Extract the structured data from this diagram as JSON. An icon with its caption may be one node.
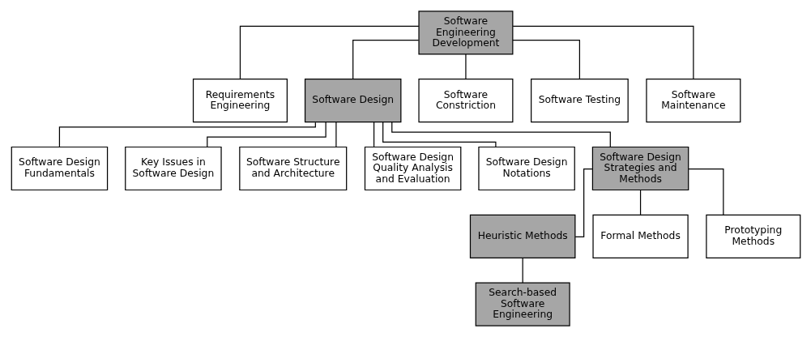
{
  "diagram": {
    "nodes": [
      {
        "text": [
          "Software Engineering Development"
        ]
      },
      {
        "text": [
          "Requirements Engineering"
        ]
      },
      {
        "text": [
          "Software Design"
        ]
      },
      {
        "text": [
          "Software Constriction"
        ]
      },
      {
        "text": [
          "Software Testing"
        ]
      },
      {
        "text": [
          "Software Maintenance"
        ]
      },
      {
        "text": [
          "Software Design Fundamentals"
        ]
      },
      {
        "text": [
          "Key Issues in Software Design"
        ]
      },
      {
        "text": [
          "Software Structure and Architecture"
        ]
      },
      {
        "text": [
          "Software Design Quality Analysis and Evaluation"
        ]
      },
      {
        "text": [
          "Software Design Notations"
        ]
      },
      {
        "text": [
          "Software Design Strategies and Methods"
        ]
      },
      {
        "text": [
          "Heuristic Methods"
        ]
      },
      {
        "text": [
          "Formal Methods"
        ]
      },
      {
        "text": [
          "Prototyping Methods"
        ]
      },
      {
        "text": [
          "Search-based Software Engineering"
        ]
      }
    ],
    "edges": [
      {
        "from": 0,
        "to": 1,
        "arrow": "none"
      },
      {
        "from": 0,
        "to": 2,
        "arrow": "none"
      },
      {
        "from": 0,
        "to": 3,
        "arrow": "none"
      },
      {
        "from": 0,
        "to": 4,
        "arrow": "none"
      },
      {
        "from": 0,
        "to": 5,
        "arrow": "none"
      },
      {
        "from": 2,
        "to": 6,
        "arrow": "none"
      },
      {
        "from": 2,
        "to": 7,
        "arrow": "none"
      },
      {
        "from": 2,
        "to": 8,
        "arrow": "none"
      },
      {
        "from": 2,
        "to": 9,
        "arrow": "none"
      },
      {
        "from": 2,
        "to": 10,
        "arrow": "none"
      },
      {
        "from": 2,
        "to": 11,
        "arrow": "none"
      },
      {
        "from": 11,
        "to": 12,
        "arrow": "none"
      },
      {
        "from": 11,
        "to": 13,
        "arrow": "none"
      },
      {
        "from": 11,
        "to": 14,
        "arrow": "none"
      },
      {
        "from": 12,
        "to": 15,
        "arrow": "none"
      }
    ]
  }
}
